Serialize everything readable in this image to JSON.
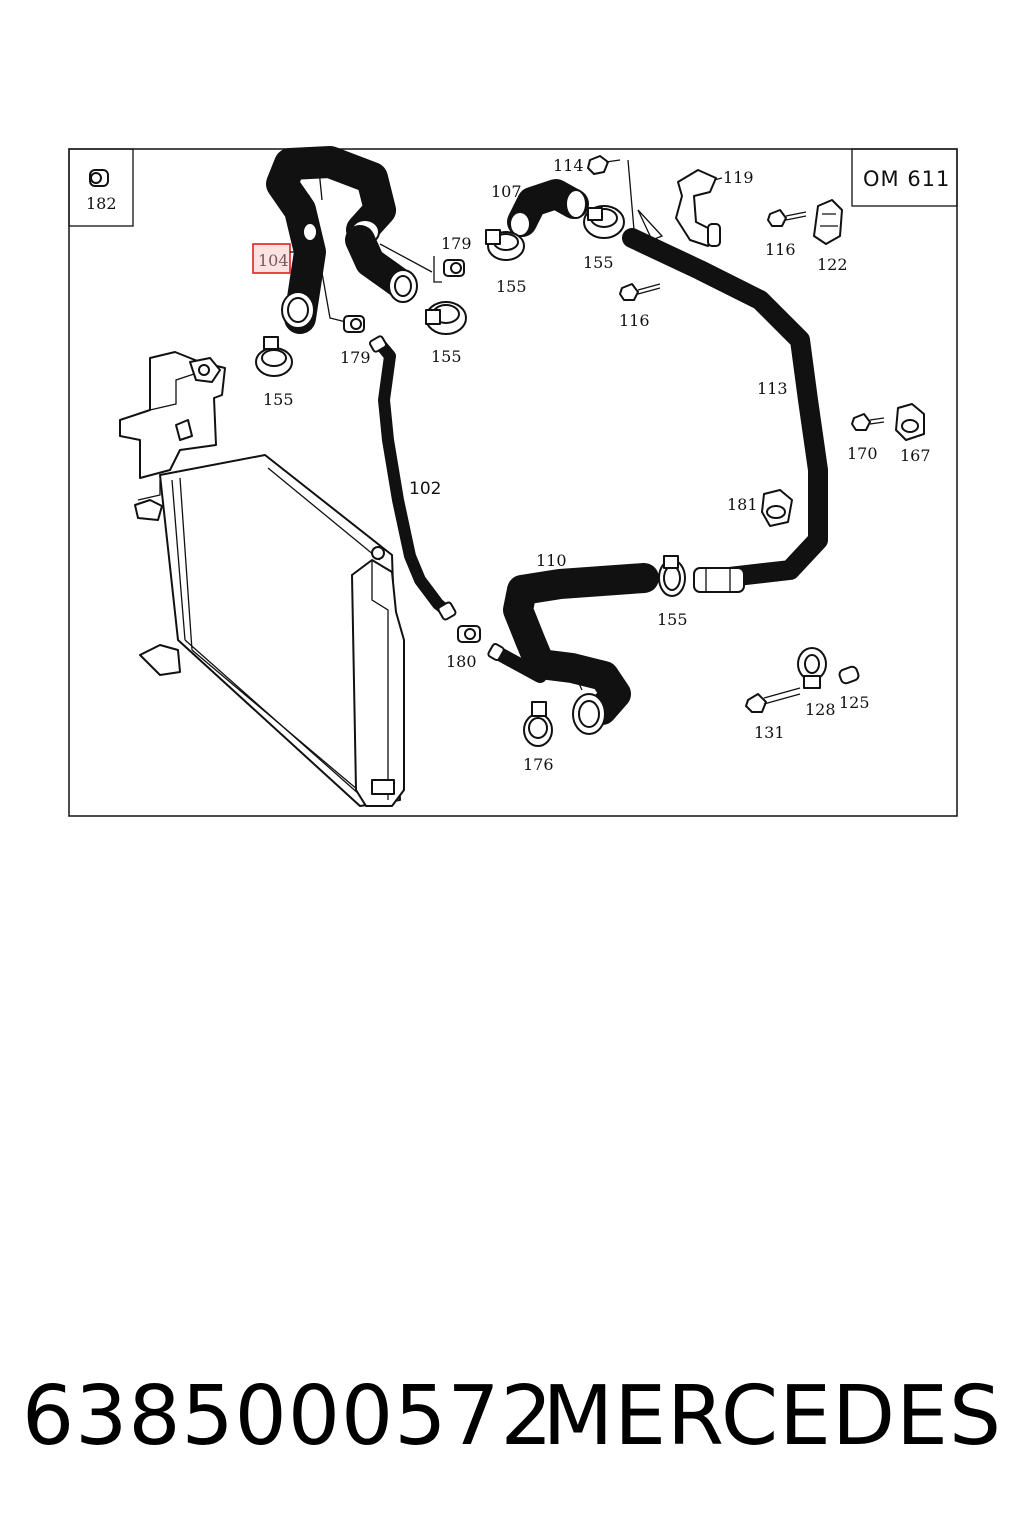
{
  "diagram": {
    "engine_code": "OM 611",
    "highlight_color": "#e02020",
    "callouts": {
      "c182": "182",
      "c104": "104",
      "c179a": "179",
      "c155a": "155",
      "c179b": "179",
      "c155b": "155",
      "c155c": "155",
      "c107": "107",
      "c114": "114",
      "c155d": "155",
      "c119": "119",
      "c116a": "116",
      "c122": "122",
      "c116b": "116",
      "c113": "113",
      "c170": "170",
      "c167": "167",
      "c102": "102",
      "c181": "181",
      "c110": "110",
      "c155e": "155",
      "c180": "180",
      "c128": "128",
      "c125": "125",
      "c131": "131",
      "c176": "176"
    }
  },
  "footer": {
    "part_number": "6385000572",
    "brand": "MERCEDES"
  }
}
